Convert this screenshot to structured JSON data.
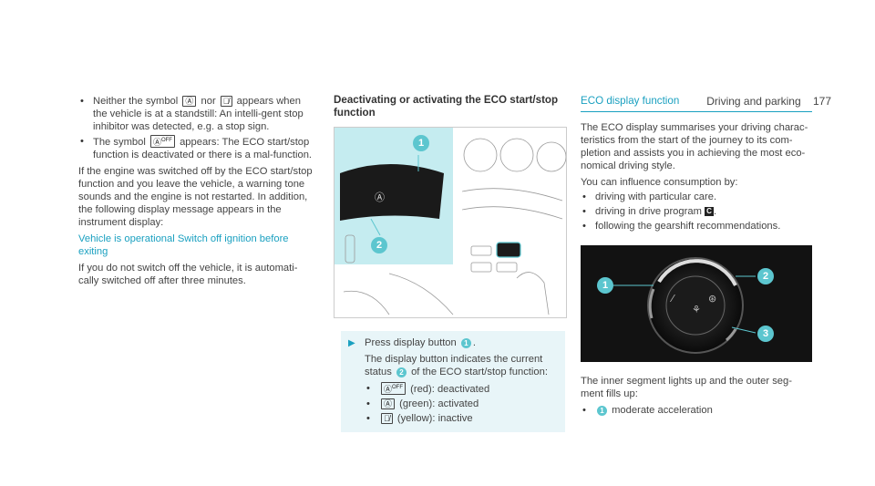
{
  "header": {
    "section": "Driving and parking",
    "page": "177"
  },
  "col1": {
    "bullet1_a": "Neither the symbol",
    "bullet1_nor": "nor",
    "bullet1_b": "appears when the vehicle is at a standstill: An intelli-gent stop inhibitor was detected, e.g. a stop sign.",
    "bullet2_a": "The symbol",
    "bullet2_b": "appears: The ECO start/stop function is deactivated or there is a mal-function.",
    "para1": "If the engine was switched off by the ECO start/stop function and you leave the vehicle, a warning tone sounds and the engine is not restarted. In addition, the following display message appears in the instrument display:",
    "message": "Vehicle is operational Switch off ignition before exiting",
    "para2": "If you do not switch off the vehicle, it is automati-cally switched off after three minutes."
  },
  "col2": {
    "heading": "Deactivating or activating the ECO start/stop function",
    "step": "Press display button",
    "step_ref": "1",
    "step_end": ".",
    "desc_a": "The display button indicates the current status",
    "desc_ref": "2",
    "desc_b": "of the ECO start/stop function:",
    "states": [
      {
        "label": "(red): deactivated"
      },
      {
        "label": "(green): activated"
      },
      {
        "label": "(yellow): inactive"
      }
    ],
    "callouts": [
      "1",
      "2"
    ]
  },
  "col3": {
    "heading": "ECO display function",
    "para1": "The ECO display summarises your driving charac-teristics from the start of the journey to its com-pletion and assists you in achieving the most eco-nomical driving style.",
    "para2": "You can influence consumption by:",
    "bullets": [
      "driving with particular care.",
      "driving in drive program",
      "following the gearshift recommendations."
    ],
    "program_symbol": "C",
    "bullet2_end": ".",
    "para3": "The inner segment lights up and the outer seg-ment fills up:",
    "list2_ref": "1",
    "list2_text": "moderate acceleration",
    "callouts": [
      "1",
      "2",
      "3"
    ]
  },
  "icons": {
    "eco": "eco-start-stop-icon",
    "eco_off": "eco-off-icon",
    "eco_inactive": "eco-inactive-icon"
  },
  "colors": {
    "accent": "#1aa0c0",
    "callout": "#5cc6cf"
  }
}
